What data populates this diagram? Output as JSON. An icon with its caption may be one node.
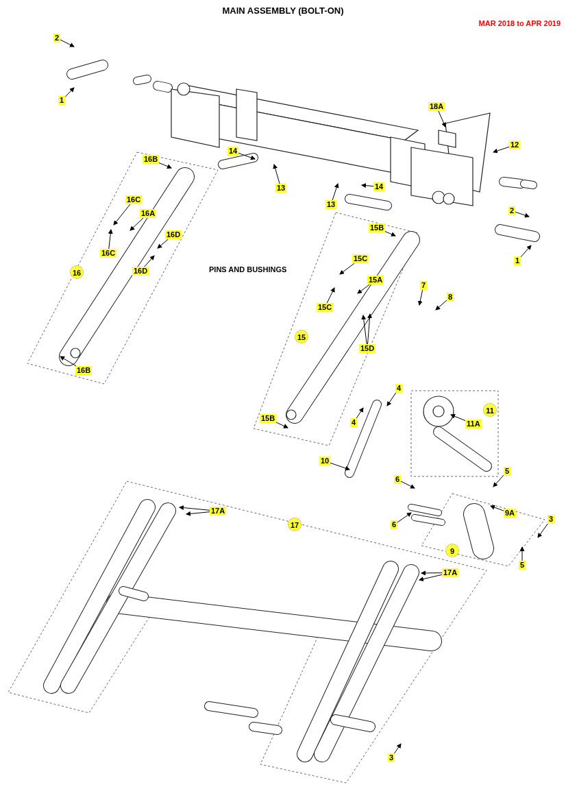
{
  "diagram": {
    "title": "MAIN ASSEMBLY (BOLT-ON)",
    "nodes": [
      {
        "text": [
          "2"
        ]
      },
      {
        "text": [
          "1"
        ]
      },
      {
        "text": [
          "16B"
        ]
      },
      {
        "text": [
          "14"
        ]
      },
      {
        "text": [
          "13"
        ]
      },
      {
        "text": [
          "18A"
        ]
      },
      {
        "text": [
          "12"
        ]
      },
      {
        "text": [
          "14"
        ]
      },
      {
        "text": [
          "13"
        ]
      },
      {
        "text": [
          "2"
        ]
      },
      {
        "text": [
          "1"
        ]
      },
      {
        "text": [
          "16C"
        ]
      },
      {
        "text": [
          "16A"
        ]
      },
      {
        "text": [
          "16C"
        ]
      },
      {
        "text": [
          "16D"
        ]
      },
      {
        "text": [
          "16D"
        ]
      },
      {
        "text": [
          "16"
        ]
      },
      {
        "text": [
          "16B"
        ]
      },
      {
        "text": [
          "15B"
        ]
      },
      {
        "text": [
          "15C"
        ]
      },
      {
        "text": [
          "15A"
        ]
      },
      {
        "text": [
          "15C"
        ]
      },
      {
        "text": [
          "7"
        ]
      },
      {
        "text": [
          "8"
        ]
      },
      {
        "text": [
          "15"
        ]
      },
      {
        "text": [
          "15D"
        ]
      },
      {
        "text": [
          "4"
        ]
      },
      {
        "text": [
          "4"
        ]
      },
      {
        "text": [
          "15B"
        ]
      },
      {
        "text": [
          "11"
        ]
      },
      {
        "text": [
          "11A"
        ]
      },
      {
        "text": [
          "10"
        ]
      },
      {
        "text": [
          "5"
        ]
      },
      {
        "text": [
          "6"
        ]
      },
      {
        "text": [
          "9A"
        ]
      },
      {
        "text": [
          "17A"
        ]
      },
      {
        "text": [
          "17"
        ]
      },
      {
        "text": [
          "6"
        ]
      },
      {
        "text": [
          "3"
        ]
      },
      {
        "text": [
          "9"
        ]
      },
      {
        "text": [
          "5"
        ]
      },
      {
        "text": [
          "17A"
        ]
      },
      {
        "text": [
          "3"
        ]
      }
    ],
    "edges": [
      {
        "from": 0,
        "to": null,
        "arrow": "to"
      },
      {
        "from": 1,
        "to": null,
        "arrow": "to"
      },
      {
        "from": 2,
        "to": null,
        "arrow": "to"
      },
      {
        "from": 3,
        "to": null,
        "arrow": "to"
      },
      {
        "from": 4,
        "to": null,
        "arrow": "to"
      },
      {
        "from": 5,
        "to": null,
        "arrow": "to"
      },
      {
        "from": 6,
        "to": null,
        "arrow": "to"
      },
      {
        "from": 7,
        "to": null,
        "arrow": "to"
      },
      {
        "from": 8,
        "to": null,
        "arrow": "to"
      },
      {
        "from": 9,
        "to": null,
        "arrow": "to"
      },
      {
        "from": 10,
        "to": null,
        "arrow": "to"
      },
      {
        "from": 11,
        "to": null,
        "arrow": "to"
      },
      {
        "from": 12,
        "to": null,
        "arrow": "to"
      },
      {
        "from": 13,
        "to": null,
        "arrow": "to"
      },
      {
        "from": 14,
        "to": null,
        "arrow": "to"
      },
      {
        "from": 15,
        "to": null,
        "arrow": "to"
      },
      {
        "from": 17,
        "to": null,
        "arrow": "to"
      },
      {
        "from": 18,
        "to": null,
        "arrow": "to"
      },
      {
        "from": 19,
        "to": null,
        "arrow": "to"
      },
      {
        "from": 20,
        "to": null,
        "arrow": "to"
      },
      {
        "from": 21,
        "to": null,
        "arrow": "to"
      },
      {
        "from": 22,
        "to": null,
        "arrow": "to"
      },
      {
        "from": 23,
        "to": null,
        "arrow": "to"
      },
      {
        "from": 25,
        "to": null,
        "arrow": "to"
      },
      {
        "from": 25,
        "to": null,
        "arrow": "to"
      },
      {
        "from": 26,
        "to": null,
        "arrow": "to"
      },
      {
        "from": 27,
        "to": null,
        "arrow": "to"
      },
      {
        "from": 28,
        "to": null,
        "arrow": "to"
      },
      {
        "from": 30,
        "to": null,
        "arrow": "to"
      },
      {
        "from": 31,
        "to": null,
        "arrow": "to"
      },
      {
        "from": 32,
        "to": null,
        "arrow": "to"
      },
      {
        "from": 33,
        "to": null,
        "arrow": "to"
      },
      {
        "from": 34,
        "to": null,
        "arrow": "to"
      },
      {
        "from": 35,
        "to": null,
        "arrow": "to"
      },
      {
        "from": 35,
        "to": null,
        "arrow": "to"
      },
      {
        "from": 37,
        "to": null,
        "arrow": "to"
      },
      {
        "from": 38,
        "to": null,
        "arrow": "to"
      },
      {
        "from": 40,
        "to": null,
        "arrow": "to"
      },
      {
        "from": 41,
        "to": null,
        "arrow": "to"
      },
      {
        "from": 41,
        "to": null,
        "arrow": "to"
      },
      {
        "from": 42,
        "to": null,
        "arrow": "to"
      }
    ],
    "labels": [
      "MAR 2018 to APR 2019",
      "PINS AND BUSHINGS"
    ]
  }
}
